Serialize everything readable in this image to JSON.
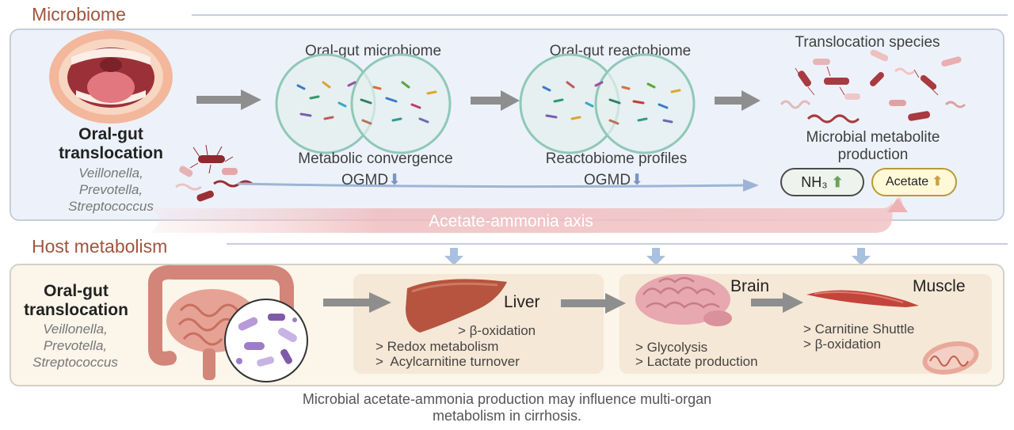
{
  "sections": {
    "microbiome": "Microbiome",
    "host": "Host metabolism"
  },
  "top": {
    "translocation": "Oral-gut translocation",
    "species": [
      "Veillonella,",
      "Prevotella,",
      "Streptococcus"
    ],
    "microbiome_title": "Oral-gut microbiome",
    "microbiome_caption": "Metabolic convergence",
    "microbiome_ogmd": "OGMD",
    "reactobiome_title": "Oral-gut reactobiome",
    "reactobiome_caption": "Reactobiome profiles",
    "reactobiome_ogmd": "OGMD",
    "translocation_species": "Translocation species",
    "metabolite_production": "Microbial metabolite production",
    "nh3": "NH₃",
    "acetate": "Acetate",
    "axis": "Acetate-ammonia axis"
  },
  "bottom": {
    "translocation": "Oral-gut translocation",
    "species": [
      "Veillonella,",
      "Prevotella,",
      "Streptococcus"
    ],
    "liver": "Liver",
    "liver_items": [
      "> β-oxidation",
      "> Redox metabolism",
      ">  Acylcarnitine turnover"
    ],
    "brain": "Brain",
    "brain_items": [
      "> Glycolysis",
      "> Lactate production"
    ],
    "muscle": "Muscle",
    "muscle_items": [
      "> Carnitine Shuttle",
      "> β-oxidation"
    ]
  },
  "caption": [
    "Microbial acetate-ammonia production may influence multi-organ",
    "metabolism in cirrhosis."
  ],
  "colors": {
    "section_title": "#a0553d",
    "panel_top": "#edf2fa",
    "panel_bottom": "#fbf5ea",
    "axis_band": "#f2c9cb",
    "circle": "#8fc8b8",
    "arrow_gray": "#8e8e8e",
    "arrow_blue": "#9fb4d4",
    "nh3_fill": "#eef3ee",
    "acetate_fill": "#fff9d8"
  }
}
